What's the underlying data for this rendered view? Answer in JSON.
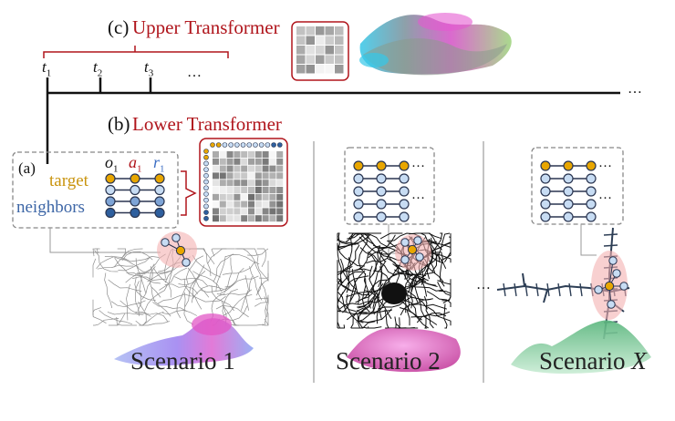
{
  "upper": {
    "tag": "(c)",
    "name": "Upper Transformer"
  },
  "lower": {
    "tag": "(b)",
    "name": "Lower Transformer"
  },
  "panel_a": {
    "tag": "(a)",
    "target": "target",
    "neighbors": "neighbors",
    "o": "o",
    "a": "a",
    "r": "r",
    "sub": "1"
  },
  "timeline": {
    "t1": "t",
    "t2": "t",
    "t3": "t",
    "s1": "1",
    "s2": "2",
    "s3": "3",
    "dots": "…",
    "end_dots": "…"
  },
  "scenarios": {
    "s1": "Scenario 1",
    "s2": "Scenario 2",
    "s3_prefix": "Scenario ",
    "s3_var": "X",
    "between_dots": "…"
  },
  "panel_dots": "…",
  "colors": {
    "red": "#b0151c",
    "target": "#e8a600",
    "neighbor": "#2e5f9e",
    "light": "#c7dcf3",
    "pink": "#d94fb0",
    "green": "#7fc79a",
    "purple": "#8c7fe6"
  }
}
